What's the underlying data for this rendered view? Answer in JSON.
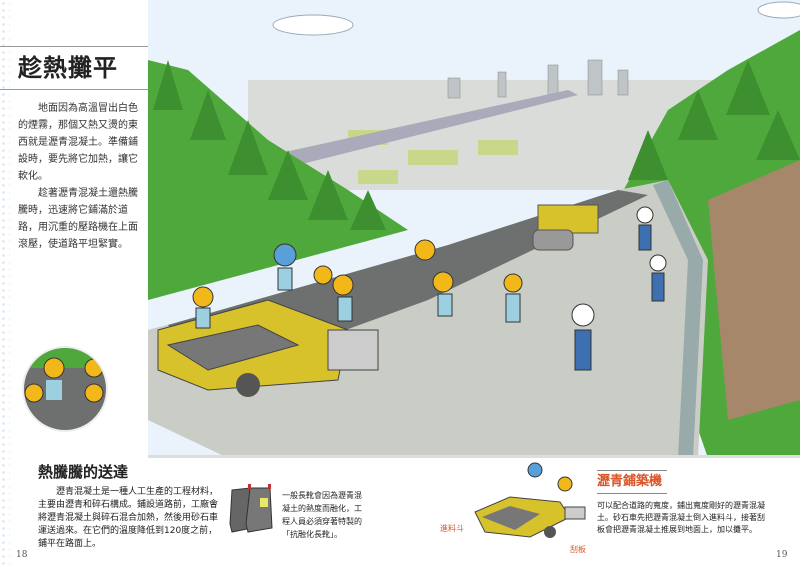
{
  "page": {
    "title": "趁熱攤平",
    "intro": [
      "地面因為高溫冒出白色的煙霧，那個又熱又燙的東西就是瀝青混凝土。準備鋪設時，要先將它加熱，讓它軟化。",
      "趁著瀝青混凝土還熱騰騰時，迅速將它鋪滿於道路，用沉重的壓路機在上面滾壓，使道路平坦緊實。"
    ],
    "section": {
      "title": "熱騰騰的送達",
      "text": "瀝青混凝土是一種人工生產的工程材料，主要由瀝青和碎石構成。鋪設道路前，工廠會將瀝青混凝土與碎石混合加熱，然後用砂石車運送過來。在它們的溫度降低到120度之前，鋪平在路面上。"
    },
    "boots": {
      "text": "一般長靴會因為瀝青混凝土的熱度而融化，工程人員必須穿著特製的「抗融化長靴」。"
    },
    "paver": {
      "title": "瀝青鋪築機",
      "text": "可以配合道路的寬度，鋪出寬度剛好的瀝青混凝土。砂石車先把瀝青混凝土倒入進料斗，接著刮板會把瀝青混凝土推展到地面上，加以攤平。",
      "label_hopper": "進料斗",
      "label_screed": "刮板"
    },
    "page_left": "18",
    "page_right": "19",
    "colors": {
      "accent": "#d9562a",
      "machine": "#d8c22c",
      "forest": "#4fa83c",
      "sky": "#eaf3fb",
      "road": "#c9cdc5"
    }
  }
}
